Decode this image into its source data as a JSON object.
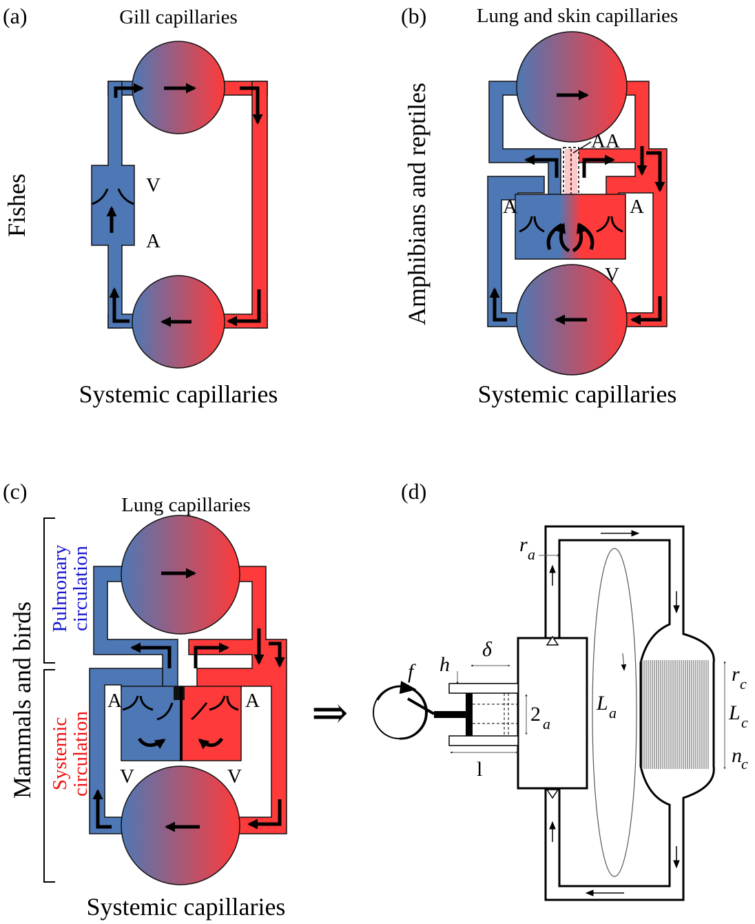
{
  "colors": {
    "deoxygenated": "#4e78b5",
    "oxygenated": "#ff3a3a",
    "pulmonary_label": "#1515d0",
    "systemic_label": "#ee1111"
  },
  "panel_a": {
    "label": "(a)",
    "top": "Gill capillaries",
    "bottom": "Systemic capillaries",
    "side": "Fishes",
    "v": "V",
    "a": "A"
  },
  "panel_b": {
    "label": "(b)",
    "top": "Lung and skin capillaries",
    "bottom": "Systemic capillaries",
    "side": "Amphibians and reptiles",
    "aa": "AA",
    "a_left": "A",
    "a_right": "A",
    "v": "V"
  },
  "panel_c": {
    "label": "(c)",
    "top": "Lung capillaries",
    "bottom": "Systemic capillaries",
    "side": "Mammals and birds",
    "pulmonary": [
      "Pulmonary",
      "circulation"
    ],
    "systemic": [
      "Systemic",
      "circulation"
    ],
    "a_left": "A",
    "a_right": "A",
    "v_left": "V",
    "v_right": "V"
  },
  "panel_d": {
    "label": "(d)",
    "arrow": "⇒",
    "f": "f",
    "h": "h",
    "delta": "δ",
    "two_a": "2",
    "two_a_sub": "a",
    "one": "l",
    "ra": "r",
    "ra_sub": "a",
    "La": "L",
    "La_sub": "a",
    "rc": "r",
    "rc_sub": "c",
    "Lc": "L",
    "Lc_sub": "c",
    "nc": "n",
    "nc_sub": "c"
  }
}
